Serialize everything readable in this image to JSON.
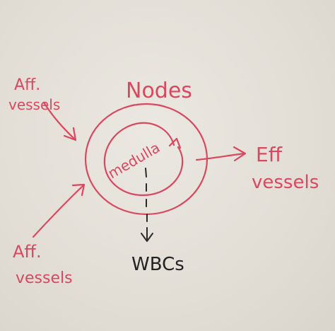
{
  "diagram": {
    "title": "Nodes",
    "inner_label": "medulla",
    "aff_top": [
      "Aff.",
      "vessels"
    ],
    "aff_bottom": [
      "Aff.",
      "vessels"
    ],
    "eff": [
      "Eff",
      "vessels"
    ],
    "output": "WBCs"
  },
  "colors": {
    "ink_red": "#d9485f",
    "ink_black": "#2a2a2a",
    "board": "#e4e0d8"
  }
}
